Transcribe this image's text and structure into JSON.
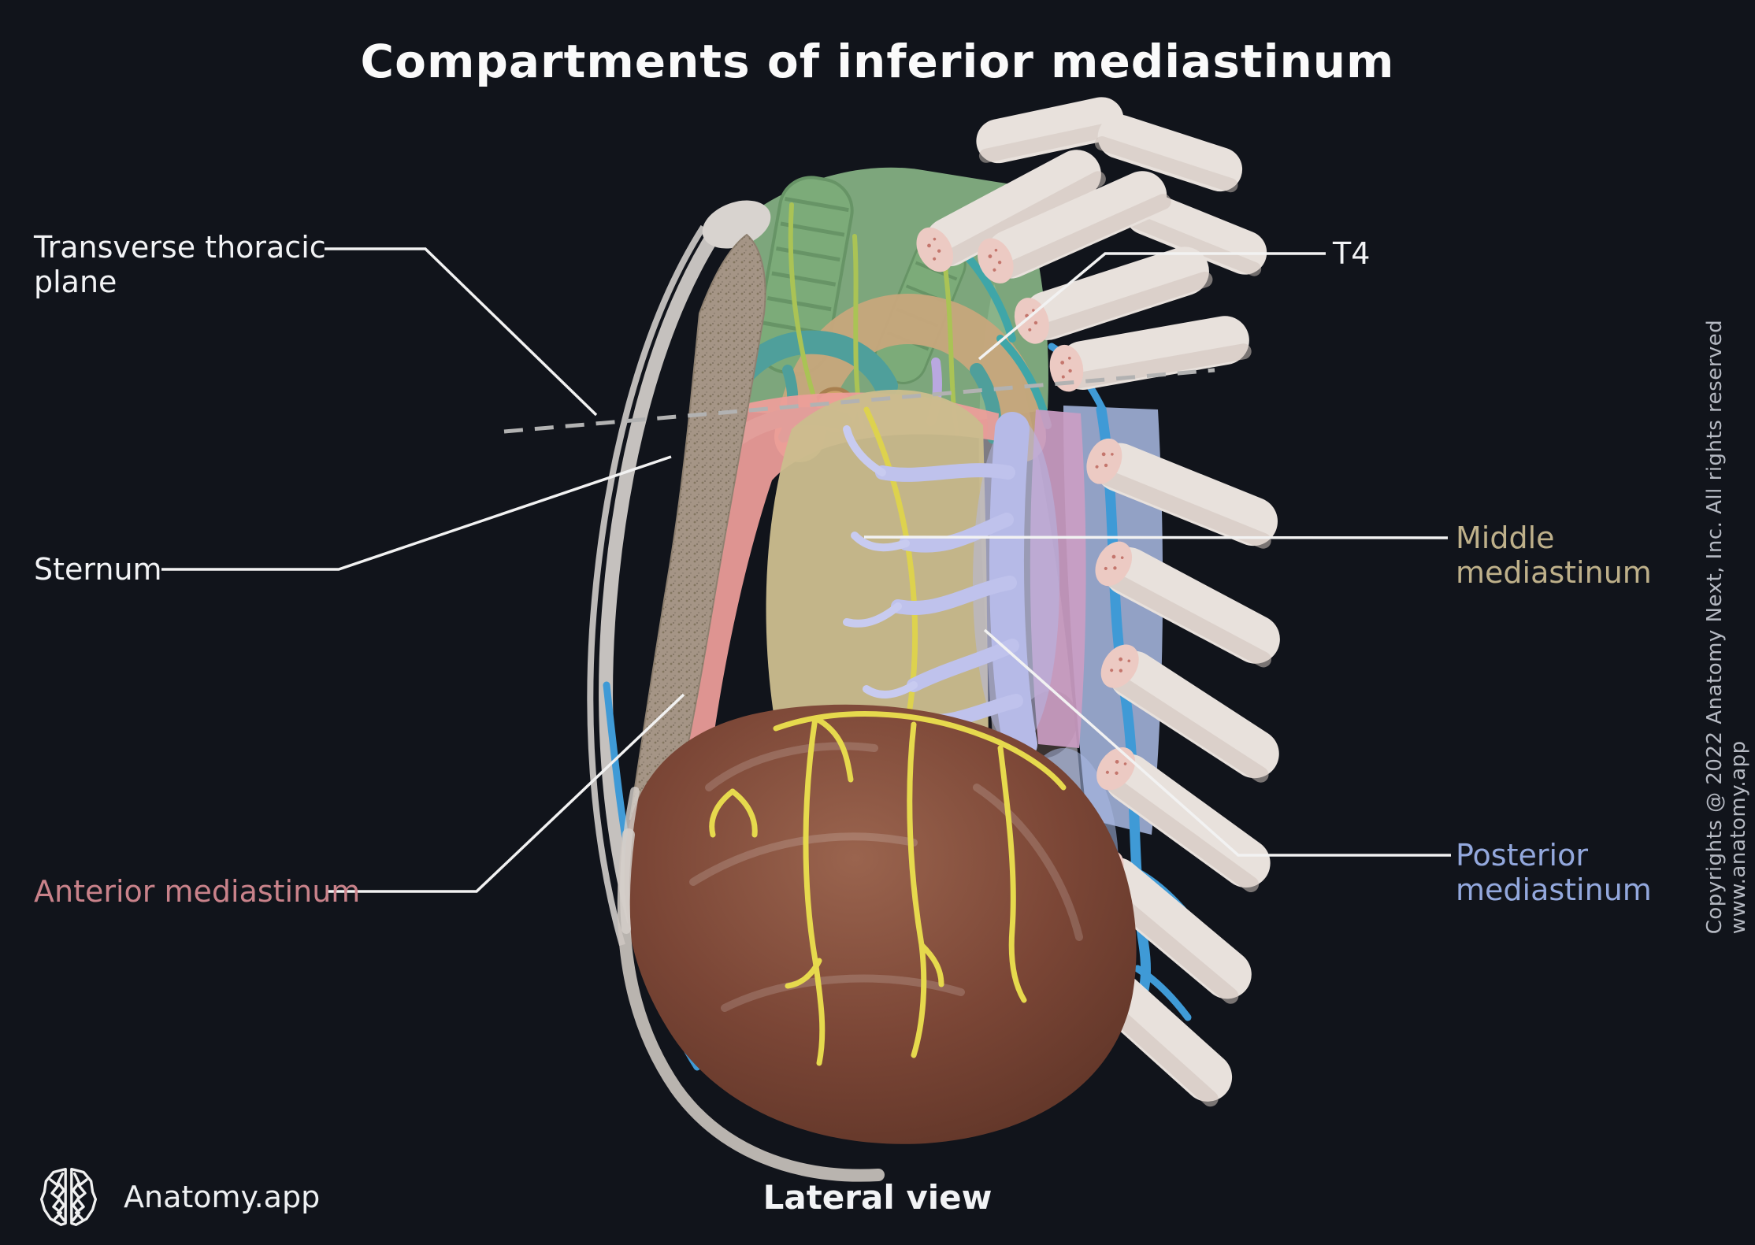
{
  "title": "Compartments of inferior mediastinum",
  "view_label": "Lateral view",
  "brand": {
    "name": "Anatomy.app",
    "logo": "brain-logo"
  },
  "copyright_vertical": "Copyrights @ 2022 Anatomy Next, Inc. All rights reserved www.anatomy.app",
  "labels": [
    {
      "id": "transverse-thoracic-plane",
      "text": "Transverse thoracic plane",
      "color": "#f2f3f5"
    },
    {
      "id": "sternum",
      "text": "Sternum",
      "color": "#f2f3f5"
    },
    {
      "id": "anterior-mediastinum",
      "text": "Anterior mediastinum",
      "color": "#c9828a"
    },
    {
      "id": "t4",
      "text": "T4",
      "color": "#f2f3f5"
    },
    {
      "id": "middle-mediastinum",
      "text": "Middle mediastinum",
      "color": "#beb08a"
    },
    {
      "id": "posterior-mediastinum",
      "text": "Posterior mediastinum",
      "color": "#93a8dd"
    }
  ],
  "colors": {
    "background": "#11141b",
    "title_text": "#fafafa",
    "label_default": "#f2f3f5",
    "anterior_label": "#c9828a",
    "middle_label": "#beb08a",
    "posterior_label": "#93a8dd",
    "copyright_text": "#b5b9c2",
    "leader_line": "#f2f2f2",
    "dashed_plane_line": "#b2b2b2",
    "superior_region_green": "#8cbb8a",
    "anterior_region_pink": "#ee9e9a",
    "middle_region_khaki": "#cbbc8e",
    "esophagus_mauve": "#cb9dc3",
    "posterior_region_periwinkle": "#a9bae3",
    "bronchial_lavender": "#b6bae7",
    "vein_blue": "#3f9ad6",
    "aorta_tan": "#c7a77c",
    "heart_brown": "#7b4b3a",
    "nerve_yellow": "#e6d94d",
    "bone_white": "#e8e1dc",
    "sternum_speckle": "#a59586"
  }
}
